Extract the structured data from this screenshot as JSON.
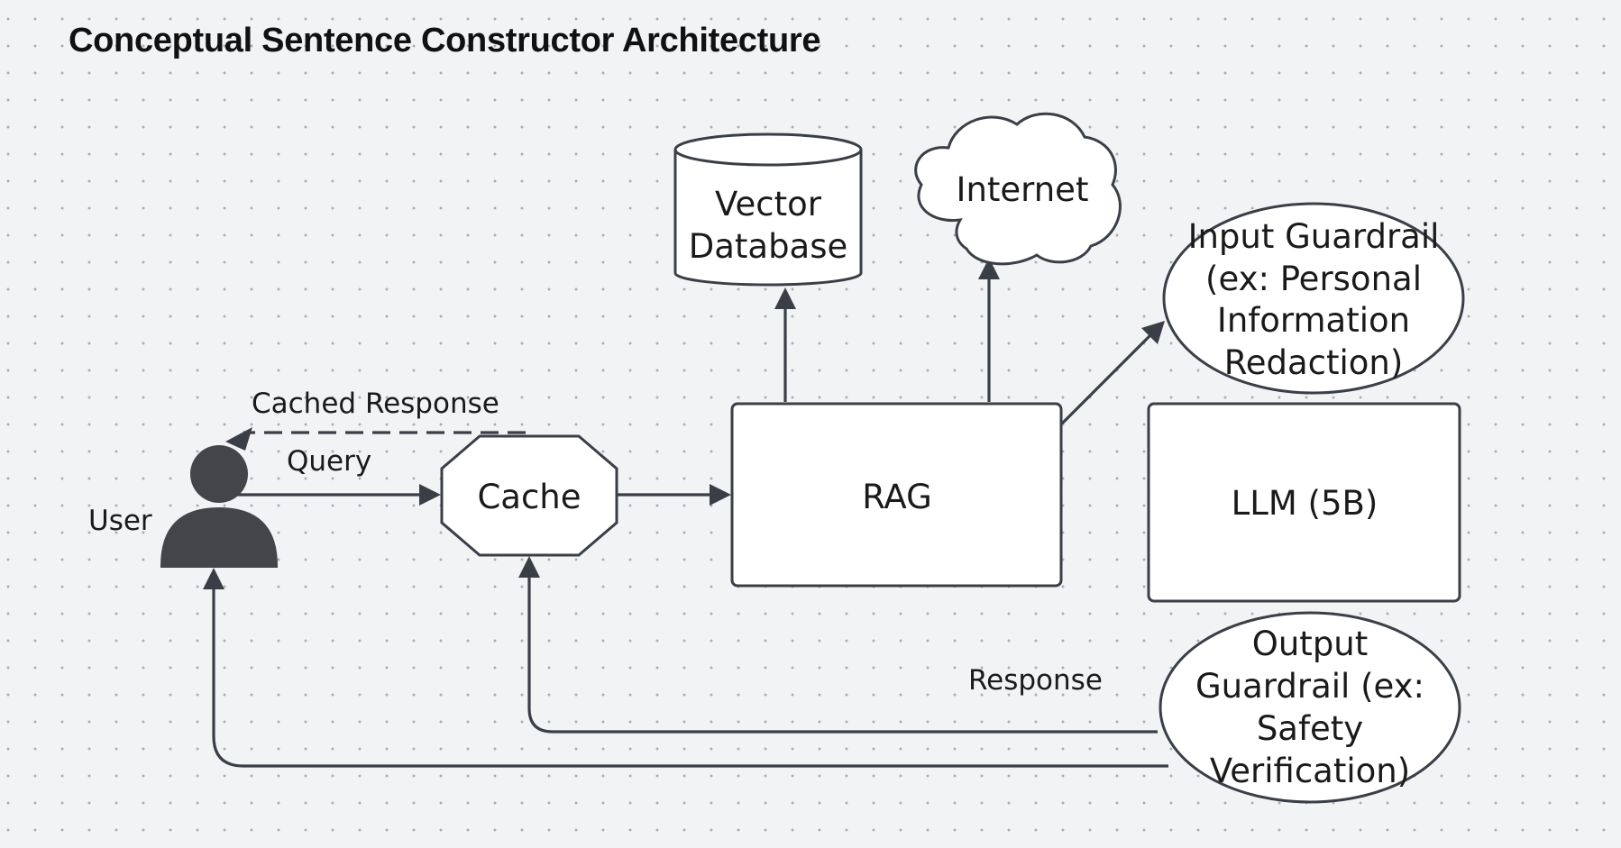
{
  "title": "Conceptual Sentence Constructor Architecture",
  "nodes": {
    "user": {
      "label": "User",
      "icon": "user-icon"
    },
    "cache": {
      "label": "Cache"
    },
    "rag": {
      "label": "RAG"
    },
    "vector_db": {
      "lines": [
        "Vector",
        "Database"
      ]
    },
    "internet": {
      "label": "Internet"
    },
    "input_guardrail": {
      "lines": [
        "Input Guardrail",
        "(ex: Personal",
        "Information",
        "Redaction)"
      ]
    },
    "llm": {
      "label": "LLM (5B)"
    },
    "output_guardrail": {
      "lines": [
        "Output",
        "Guardrail (ex:",
        "Safety",
        "Verification)"
      ]
    }
  },
  "edges": {
    "query": "Query",
    "cached_response": "Cached Response",
    "response": "Response"
  },
  "colors": {
    "background": "#f2f3f5",
    "stroke": "#3a3f47",
    "node_fill": "#ffffff",
    "user_icon": "#434548"
  }
}
